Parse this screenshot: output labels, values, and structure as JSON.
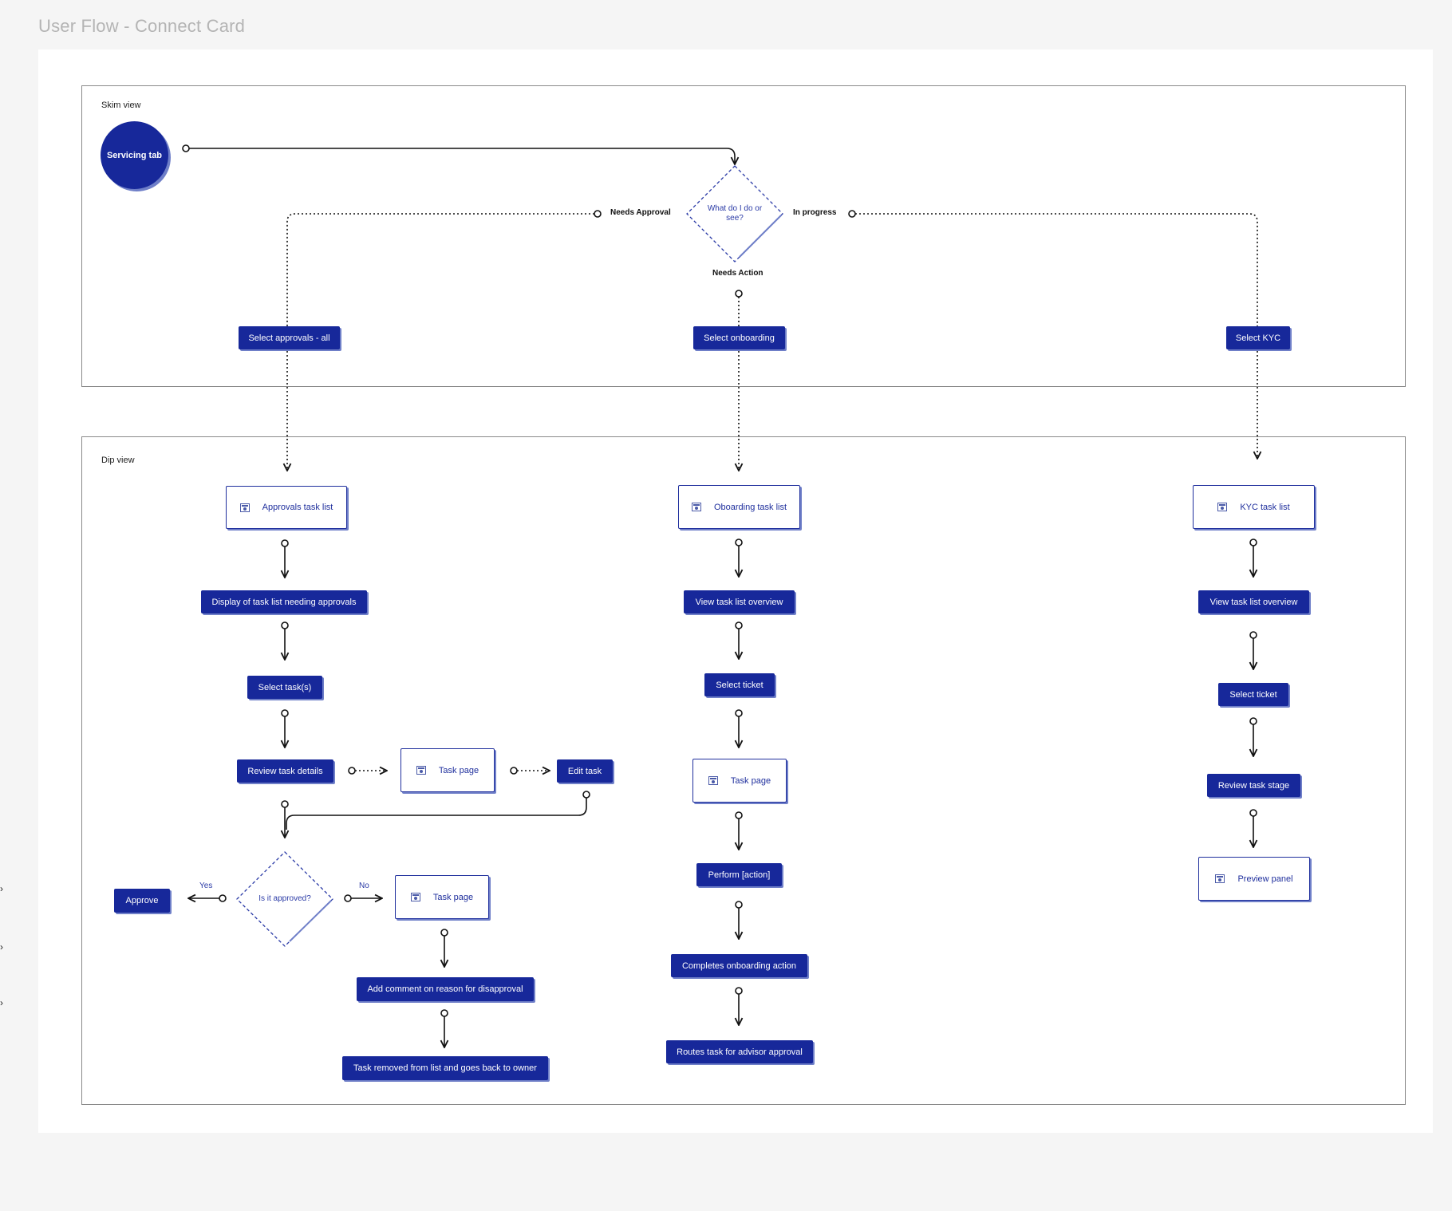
{
  "page_title": "User Flow - Connect Card",
  "colors": {
    "action": "#17289a",
    "page_border": "#1f2f9d",
    "shadow": "#6f7fc8",
    "frame": "#8a8a8a",
    "title": "#b4b4b4"
  },
  "skim": {
    "label": "Skim view",
    "servicing_tab": "Servicing tab",
    "decision": "What do I do or see?",
    "branch_left": "Needs Approval",
    "branch_right": "In progress",
    "branch_down": "Needs Action",
    "select_approvals": "Select approvals - all",
    "select_onboarding": "Select onboarding",
    "select_kyc": "Select KYC"
  },
  "dip": {
    "label": "Dip view",
    "approvals": {
      "task_list": "Approvals task list",
      "display": "Display of task list needing approvals",
      "select_tasks": "Select task(s)",
      "review": "Review task details",
      "task_page": "Task page",
      "edit": "Edit task",
      "decision": "Is it approved?",
      "yes_label": "Yes",
      "no_label": "No",
      "approve": "Approve",
      "task_page_no": "Task page",
      "add_comment": "Add comment on reason for disapproval",
      "removed": "Task removed from list and goes back to owner"
    },
    "onboarding": {
      "task_list": "Oboarding task list",
      "overview": "View task list overview",
      "select_ticket": "Select ticket",
      "task_page": "Task page",
      "perform": "Perform [action]",
      "completes": "Completes onboarding action",
      "routes": "Routes task for advisor approval"
    },
    "kyc": {
      "task_list": "KYC task list",
      "overview": "View task list overview",
      "select_ticket": "Select ticket",
      "review_stage": "Review task stage",
      "preview": "Preview panel"
    }
  }
}
